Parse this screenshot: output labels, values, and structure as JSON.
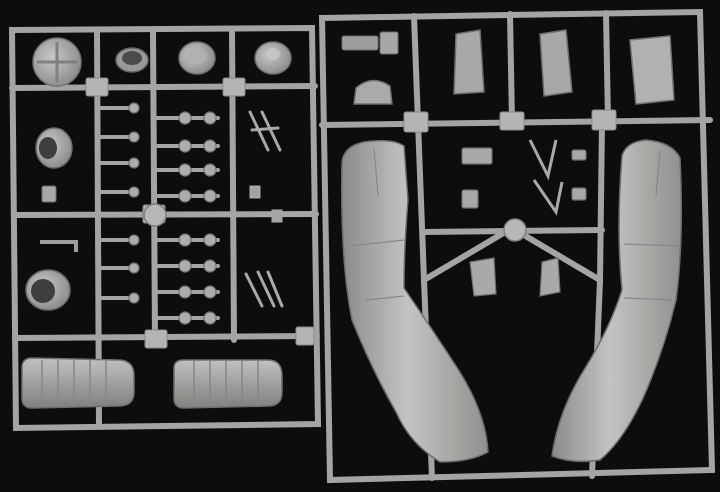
{
  "photo": {
    "background_color": "#0d0d0d",
    "plastic_color": "#a4a6a3",
    "plastic_highlight": "#c2c4c1",
    "plastic_shadow": "#7b7d7a",
    "sprues": [
      {
        "label": "left-sprue-tree",
        "part_groups": [
          "exhaust-rings",
          "fuel-tank-halves",
          "landing-gear-struts",
          "small-wheels-and-bits"
        ]
      },
      {
        "label": "right-sprue-tree",
        "part_groups": [
          "fuselage-half-left",
          "fuselage-half-right",
          "canopy-frame",
          "cockpit-parts",
          "tail-pieces"
        ]
      }
    ]
  }
}
